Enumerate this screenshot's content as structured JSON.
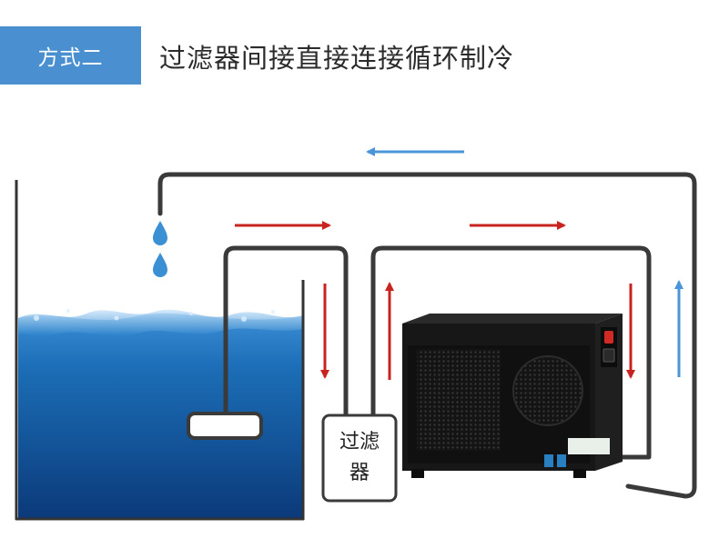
{
  "header": {
    "badge_label": "方式二",
    "title": "过滤器间接直接连接循环制冷"
  },
  "diagram": {
    "filter_label": "过滤器",
    "chiller_panel_text": "",
    "colors": {
      "badge": "#4a90d0",
      "pipe": "#3a3a3a",
      "arrow_hot": "#c8231f",
      "arrow_cold": "#4a94d8",
      "water_top": "#1c6fb8",
      "water_bottom": "#0b3a7a",
      "chiller_body": "#161616"
    },
    "icons": [
      "water-drop-icon",
      "water-drop-icon",
      "flow-arrow-red",
      "flow-arrow-blue"
    ]
  }
}
